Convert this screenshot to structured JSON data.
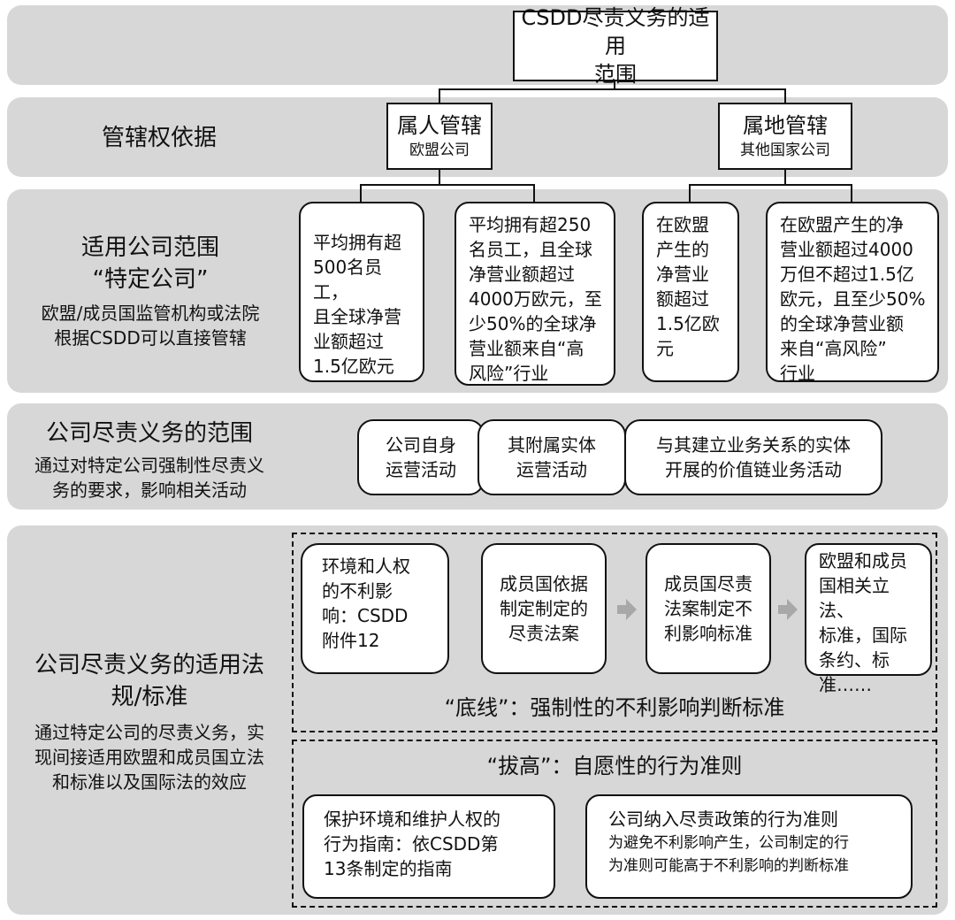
{
  "root": {
    "line1": "CSDD尽责义务的适用",
    "line2": "范围"
  },
  "jurisdiction": {
    "label": "管辖权依据",
    "personal": {
      "title": "属人管辖",
      "sub": "欧盟公司"
    },
    "territorial": {
      "title": "属地管辖",
      "sub": "其他国家公司"
    }
  },
  "scope": {
    "title1": "适用公司范围",
    "title2": "“特定公司”",
    "desc1": "欧盟/成员国监管机构或法院",
    "desc2": "根据CSDD可以直接管辖",
    "boxes": [
      [
        "平均拥有超",
        "500名员工，",
        "且全球净营",
        "业额超过",
        "1.5亿欧元"
      ],
      [
        "平均拥有超250",
        "名员工，且全球",
        "净营业额超过",
        "4000万欧元，至",
        "少50%的全球净",
        "营业额来自“高",
        "风险”行业"
      ],
      [
        "在欧盟",
        "产生的",
        "净营业",
        "额超过",
        "1.5亿欧",
        "元"
      ],
      [
        "在欧盟产生的净",
        "营业额超过4000",
        "万但不超过1.5亿",
        "欧元，且至少50%",
        "的全球净营业额",
        "来自“高风险”",
        "行业"
      ]
    ]
  },
  "duty": {
    "title": "公司尽责义务的范围",
    "desc1": "通过对特定公司强制性尽责义",
    "desc2": "务的要求，影响相关活动",
    "boxes": [
      [
        "公司自身",
        "运营活动"
      ],
      [
        "其附属实体",
        "运营活动"
      ],
      [
        "与其建立业务关系的实体",
        "开展的价值链业务活动"
      ]
    ]
  },
  "law": {
    "title1": "公司尽责义务的适用法",
    "title2": "规/标准",
    "desc1": "通过特定公司的尽责义务，实",
    "desc2": "现间接适用欧盟和成员国立法",
    "desc3": "和标准以及国际法的效应",
    "floor_boxes": [
      [
        "环境和人权",
        "的不利影",
        "响：CSDD",
        "附件12"
      ],
      [
        "成员国依据",
        "制定制定的",
        "尽责法案"
      ],
      [
        "成员国尽责",
        "法案制定不",
        "利影响标准"
      ],
      [
        "欧盟和成员",
        "国相关立法、",
        "标准，国际",
        "条约、标",
        "准……"
      ]
    ],
    "floor_caption": "“底线”：强制性的不利影响判断标准",
    "raise_caption": "“拔高”：自愿性的行为准则",
    "raise_left": [
      "保护环境和维护人权的",
      "行为指南：依CSDD第",
      "13条制定的指南"
    ],
    "raise_right_title": "公司纳入尽责政策的行为准则",
    "raise_right_desc": [
      "为避免不利影响产生，公司制定的行",
      "为准则可能高于不利影响的判断标准"
    ]
  }
}
